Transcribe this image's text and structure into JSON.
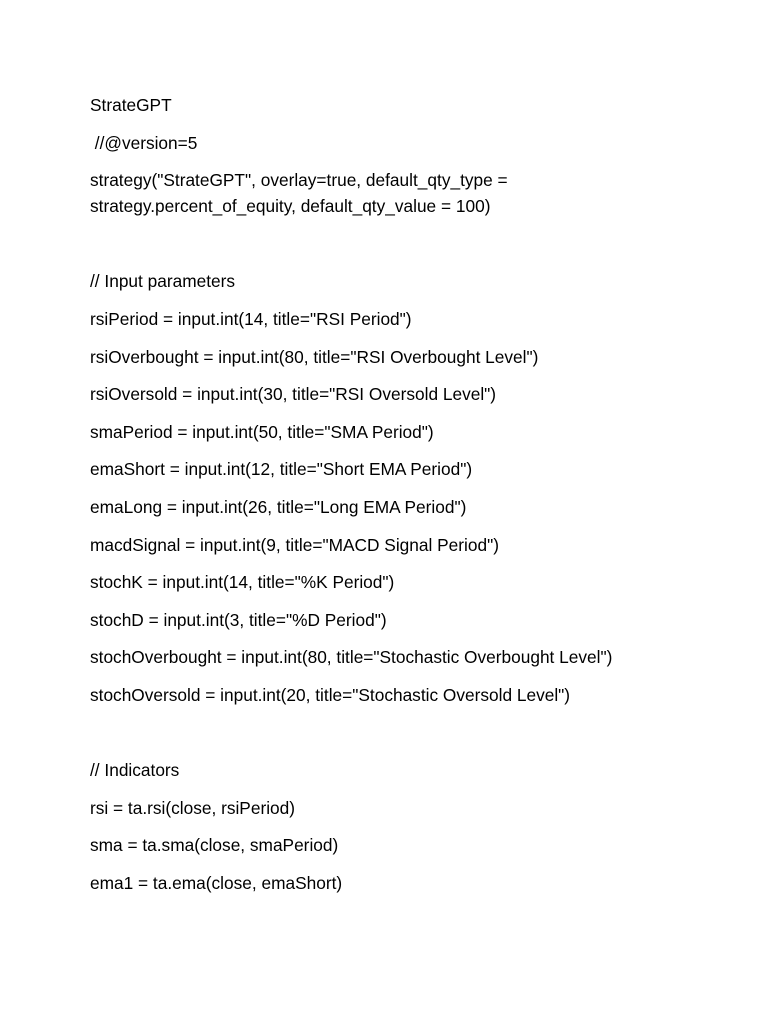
{
  "document": {
    "title": "StrateGPT",
    "version_line": " //@version=5",
    "strategy_line_1": "strategy(\"StrateGPT\", overlay=true, default_qty_type =",
    "strategy_line_2": "strategy.percent_of_equity, default_qty_value = 100)",
    "inputs_comment": "// Input parameters",
    "inputs": [
      "rsiPeriod = input.int(14, title=\"RSI Period\")",
      "rsiOverbought = input.int(80, title=\"RSI Overbought Level\")",
      "rsiOversold = input.int(30, title=\"RSI Oversold Level\")",
      "smaPeriod = input.int(50, title=\"SMA Period\")",
      "emaShort = input.int(12, title=\"Short EMA Period\")",
      "emaLong = input.int(26, title=\"Long EMA Period\")",
      "macdSignal = input.int(9, title=\"MACD Signal Period\")",
      "stochK = input.int(14, title=\"%K Period\")",
      "stochD = input.int(3, title=\"%D Period\")",
      "stochOverbought = input.int(80, title=\"Stochastic Overbought Level\")",
      "stochOversold = input.int(20, title=\"Stochastic Oversold Level\")"
    ],
    "indicators_comment": "// Indicators",
    "indicators": [
      "rsi = ta.rsi(close, rsiPeriod)",
      "sma = ta.sma(close, smaPeriod)",
      "ema1 = ta.ema(close, emaShort)"
    ]
  }
}
